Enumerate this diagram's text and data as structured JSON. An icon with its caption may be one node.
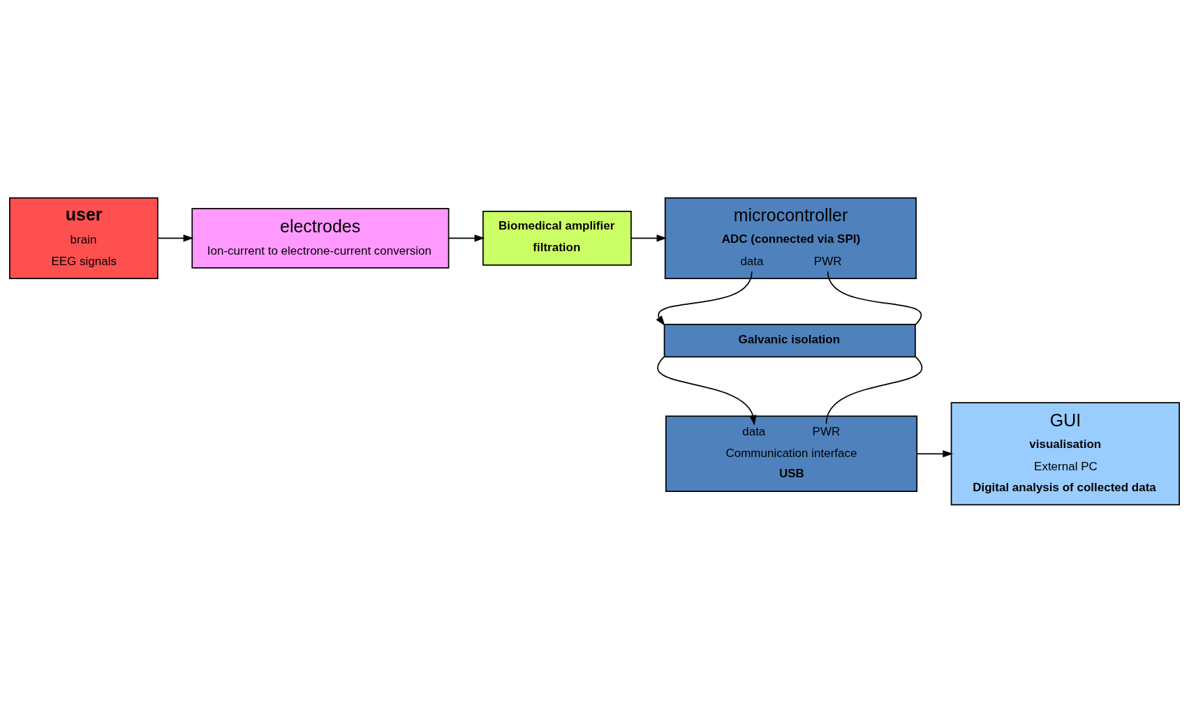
{
  "diagram": {
    "nodes": [
      {
        "text": [
          "user",
          "brain",
          "EEG signals"
        ]
      },
      {
        "text": [
          "electrodes",
          "Ion-current to electrone-current conversion"
        ]
      },
      {
        "text": [
          "Biomedical amplifier",
          "filtration"
        ]
      },
      {
        "text": [
          "microcontroller",
          "ADC (connected via SPI)",
          "data",
          "PWR"
        ]
      },
      {
        "text": [
          "Galvanic isolation"
        ]
      },
      {
        "text": [
          "data",
          "PWR",
          "Communication interface",
          "USB"
        ]
      },
      {
        "text": [
          "GUI",
          "visualisation",
          "External PC",
          "Digital analysis of collected data"
        ]
      }
    ],
    "edges": [
      {
        "from": 0,
        "to": 1,
        "arrow": "to"
      },
      {
        "from": 1,
        "to": 2,
        "arrow": "to"
      },
      {
        "from": 2,
        "to": 3,
        "arrow": "to"
      },
      {
        "from": 3,
        "to": 4,
        "arrow": "to"
      },
      {
        "from": 3,
        "to": 4,
        "arrow": "none"
      },
      {
        "from": 4,
        "to": 5,
        "arrow": "to"
      },
      {
        "from": 4,
        "to": 5,
        "arrow": "none"
      },
      {
        "from": 5,
        "to": 6,
        "arrow": "to"
      }
    ]
  }
}
